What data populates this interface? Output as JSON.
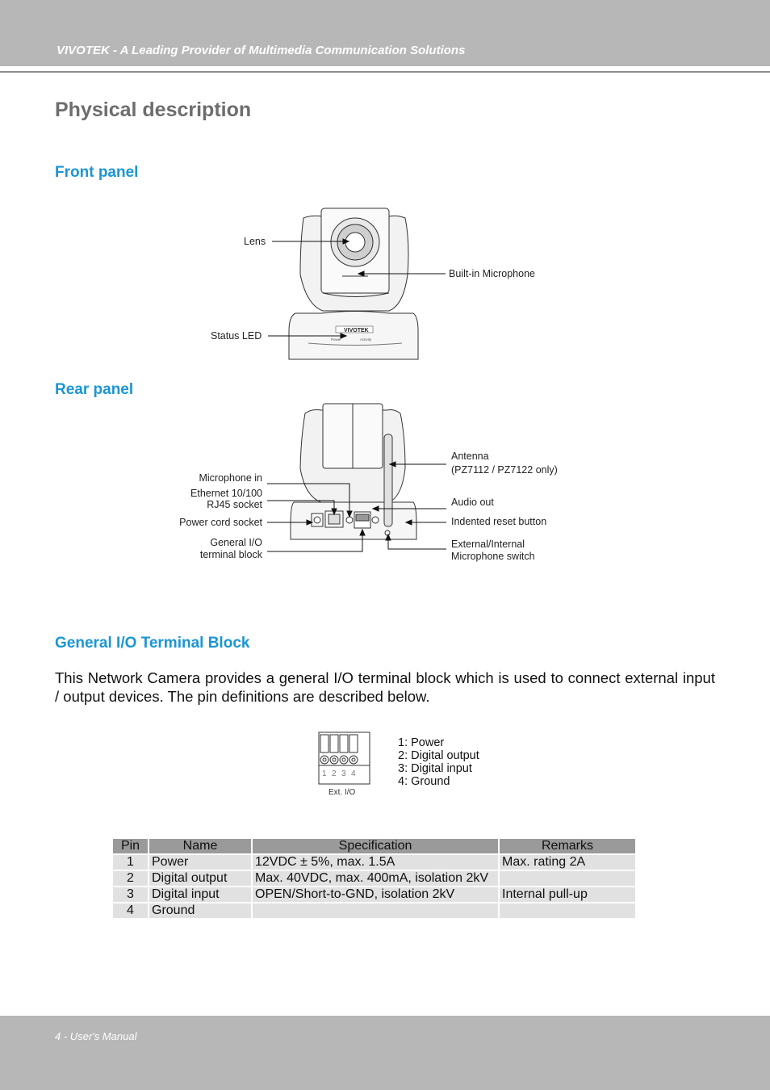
{
  "header": {
    "text": "VIVOTEK - A Leading Provider of Multimedia Communication Solutions"
  },
  "page_title": "Physical description",
  "front_panel": {
    "heading": "Front panel",
    "labels": {
      "lens": "Lens",
      "status_led": "Status LED",
      "builtin_mic": "Built-in Microphone"
    },
    "device_text": {
      "brand": "VIVOTEK",
      "power": "Power",
      "activity": "Activity"
    }
  },
  "rear_panel": {
    "heading": "Rear panel",
    "labels": {
      "mic_in": "Microphone in",
      "ethernet_line1": "Ethernet 10/100",
      "ethernet_line2": "RJ45 socket",
      "power_socket": "Power cord socket",
      "gio_line1": "General I/O",
      "gio_line2": "terminal block",
      "antenna_line1": "Antenna",
      "antenna_line2": "(PZ7112 / PZ7122 only)",
      "audio_out": "Audio out",
      "reset": "Indented reset button",
      "ext_int_line1": "External/Internal",
      "ext_int_line2": "Microphone switch"
    }
  },
  "gio_block": {
    "heading": "General I/O Terminal Block",
    "paragraph": "This Network Camera provides a general I/O terminal block which is used to connect external input / output devices. The pin definitions are described below.",
    "connector_label": "Ext. I/O",
    "connector_pins": [
      "1",
      "2",
      "3",
      "4"
    ],
    "pin_list": [
      "1: Power",
      "2: Digital output",
      "3: Digital input",
      "4: Ground"
    ]
  },
  "spec_table": {
    "headers": [
      "Pin",
      "Name",
      "Specification",
      "Remarks"
    ],
    "rows": [
      [
        "1",
        "Power",
        "12VDC ± 5%, max. 1.5A",
        "Max. rating 2A"
      ],
      [
        "2",
        "Digital output",
        "Max. 40VDC, max. 400mA, isolation 2kV",
        ""
      ],
      [
        "3",
        "Digital input",
        "OPEN/Short-to-GND, isolation 2kV",
        "Internal pull-up"
      ],
      [
        "4",
        "Ground",
        "",
        ""
      ]
    ]
  },
  "footer": {
    "text": "4 - User's Manual"
  }
}
